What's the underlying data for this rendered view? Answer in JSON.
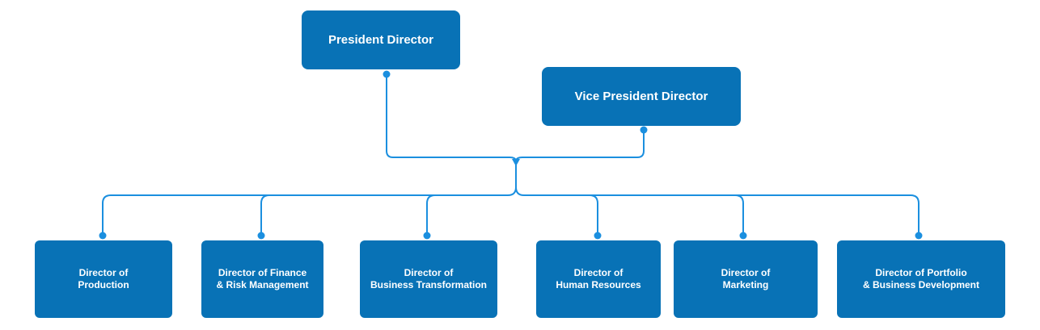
{
  "org_chart": {
    "president": {
      "label": "President Director"
    },
    "vice_president": {
      "label": "Vice President Director"
    },
    "directors": [
      {
        "label": "Director of\nProduction"
      },
      {
        "label": "Director of Finance\n& Risk Management"
      },
      {
        "label": "Director of\nBusiness Transformation"
      },
      {
        "label": "Director of\nHuman Resources"
      },
      {
        "label": "Director of\nMarketing"
      },
      {
        "label": "Director of Portfolio\n& Business Development"
      }
    ]
  },
  "colors": {
    "box_fill": "#0872b6",
    "box_text": "#ffffff",
    "connector": "#1b8fdf"
  }
}
